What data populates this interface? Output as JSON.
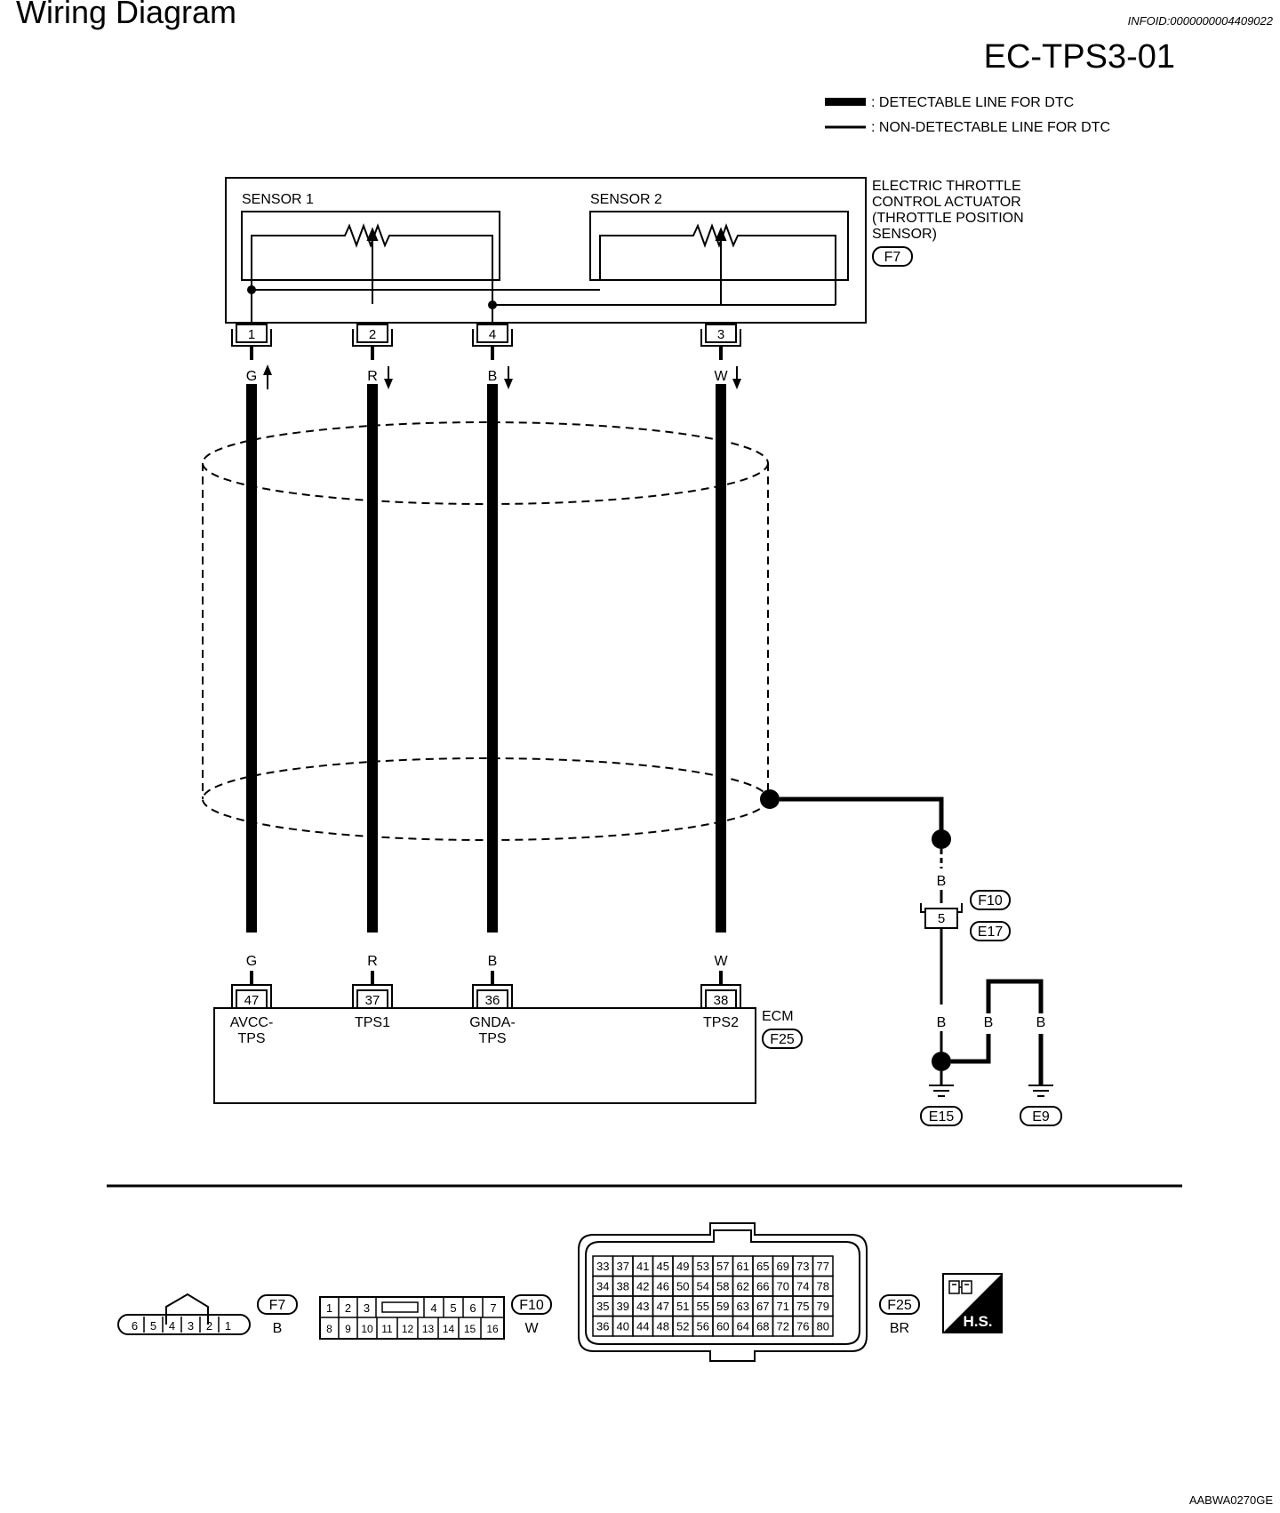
{
  "header": {
    "title": "Wiring Diagram",
    "info_id": "INFOID:0000000004409022",
    "diagram_code": "EC-TPS3-01"
  },
  "legend": {
    "detectable": ": DETECTABLE LINE FOR DTC",
    "non_detectable": ": NON-DETECTABLE LINE FOR DTC"
  },
  "actuator": {
    "line1": "ELECTRIC THROTTLE",
    "line2": "CONTROL ACTUATOR",
    "line3": "(THROTTLE POSITION",
    "line4": "SENSOR)",
    "connector": "F7",
    "sensor1_label": "SENSOR 1",
    "sensor2_label": "SENSOR 2"
  },
  "wires": [
    {
      "actuator_pin": "1",
      "color": "G",
      "direction": "up",
      "ecm_pin": "47",
      "ecm_label_1": "AVCC-",
      "ecm_label_2": "TPS"
    },
    {
      "actuator_pin": "2",
      "color": "R",
      "direction": "down",
      "ecm_pin": "37",
      "ecm_label_1": "TPS1",
      "ecm_label_2": ""
    },
    {
      "actuator_pin": "4",
      "color": "B",
      "direction": "down",
      "ecm_pin": "36",
      "ecm_label_1": "GNDA-",
      "ecm_label_2": "TPS"
    },
    {
      "actuator_pin": "3",
      "color": "W",
      "direction": "down",
      "ecm_pin": "38",
      "ecm_label_1": "TPS2",
      "ecm_label_2": ""
    }
  ],
  "ecm": {
    "label": "ECM",
    "connector": "F25"
  },
  "shield_ground": {
    "wire_color_1": "B",
    "joint_pin": "5",
    "joint_connector_1": "F10",
    "joint_connector_2": "E17",
    "wire_color_2": "B",
    "wire_color_3": "B",
    "wire_color_4": "B",
    "ground_1": "E15",
    "ground_2": "E9"
  },
  "connector_views": {
    "f7": {
      "id": "F7",
      "color": "B",
      "pins": [
        "6",
        "5",
        "4",
        "3",
        "2",
        "1"
      ]
    },
    "f10": {
      "id": "F10",
      "color": "W",
      "row1": [
        "1",
        "2",
        "3",
        "",
        "4",
        "5",
        "6",
        "7"
      ],
      "row2": [
        "8",
        "9",
        "10",
        "11",
        "12",
        "13",
        "14",
        "15",
        "16"
      ]
    },
    "f25": {
      "id": "F25",
      "color": "BR",
      "rows": [
        [
          "33",
          "37",
          "41",
          "45",
          "49",
          "53",
          "57",
          "61",
          "65",
          "69",
          "73",
          "77"
        ],
        [
          "34",
          "38",
          "42",
          "46",
          "50",
          "54",
          "58",
          "62",
          "66",
          "70",
          "74",
          "78"
        ],
        [
          "35",
          "39",
          "43",
          "47",
          "51",
          "55",
          "59",
          "63",
          "67",
          "71",
          "75",
          "79"
        ],
        [
          "36",
          "40",
          "44",
          "48",
          "52",
          "56",
          "60",
          "64",
          "68",
          "72",
          "76",
          "80"
        ]
      ]
    },
    "hs_label": "H.S."
  },
  "footer_code": "AABWA0270GE"
}
